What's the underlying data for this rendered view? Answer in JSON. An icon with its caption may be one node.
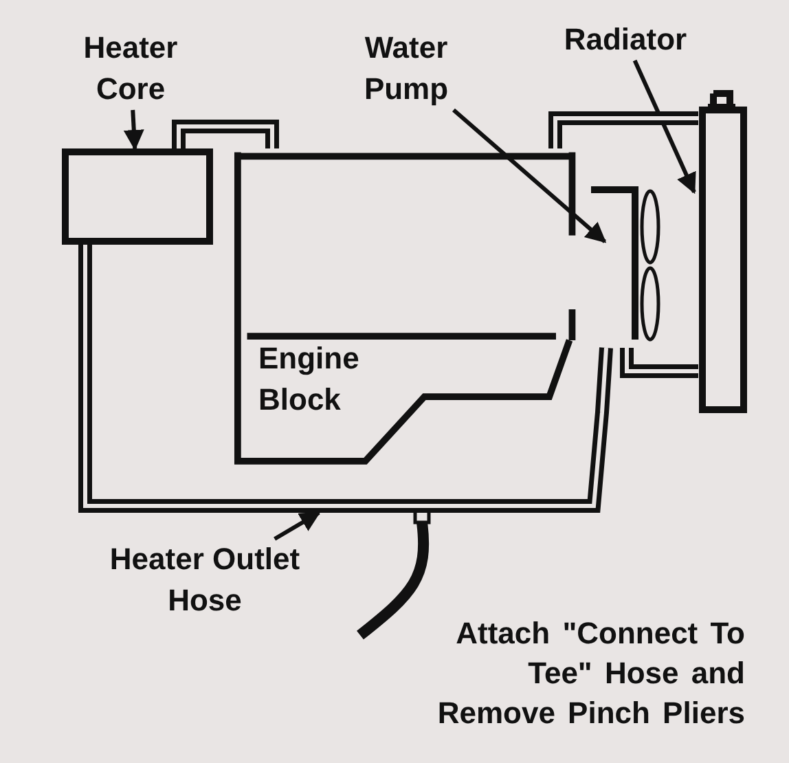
{
  "diagram": {
    "nodes": [
      {
        "text": [
          "Heater Core"
        ]
      },
      {
        "text": [],
        "shape": "box"
      },
      {
        "text": [
          "Water Pump"
        ]
      },
      {
        "text": [],
        "shape": "picture"
      },
      {
        "text": [
          "Radiator"
        ]
      },
      {
        "text": [],
        "shape": "box"
      },
      {
        "text": [
          "Engine Block"
        ]
      },
      {
        "text": [
          "Heater Outlet Hose"
        ]
      }
    ],
    "edges": [
      {
        "from": 0,
        "to": 1,
        "arrow": "to"
      },
      {
        "from": 2,
        "to": 3,
        "arrow": "to"
      },
      {
        "from": 4,
        "to": 5,
        "arrow": "to"
      },
      {
        "from": 7,
        "to": null,
        "arrow": "to"
      },
      {
        "from": 1,
        "to": 6,
        "arrow": "none",
        "style": "thick"
      },
      {
        "from": 6,
        "to": 5,
        "arrow": "none",
        "style": "thick"
      },
      {
        "from": 3,
        "to": 5,
        "arrow": "none",
        "style": "thick"
      },
      {
        "from": 1,
        "to": 3,
        "arrow": "none",
        "style": "thick"
      }
    ],
    "labels": [
      "Attach \"Connect To Tee\" Hose and Remove Pinch Pliers"
    ]
  }
}
